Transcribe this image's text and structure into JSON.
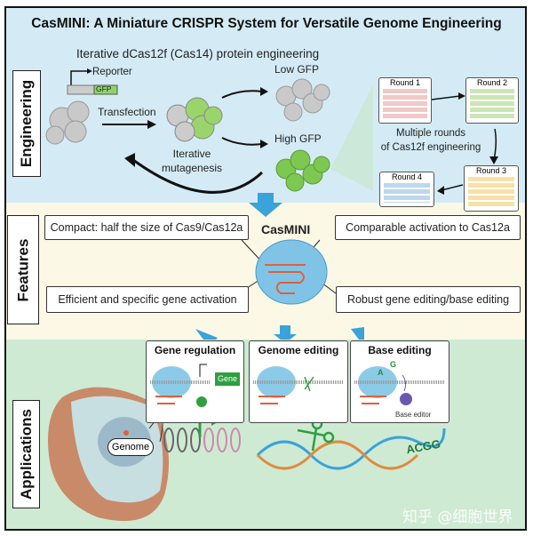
{
  "title": "CasMINI: A Miniature CRISPR System for Versatile Genome Engineering",
  "engineering": {
    "label": "Engineering",
    "subtitle": "Iterative dCas12f (Cas14) protein engineering",
    "reporter": "Reporter",
    "gfp": "GFP",
    "transfection": "Transfection",
    "low_gfp": "Low GFP",
    "high_gfp": "High GFP",
    "iterative_line1": "Iterative",
    "iterative_line2": "mutagenesis",
    "rounds": [
      "Round 1",
      "Round 2",
      "Round 3",
      "Round 4"
    ],
    "rounds_caption_line1": "Multiple rounds",
    "rounds_caption_line2": "of Cas12f engineering"
  },
  "features": {
    "label": "Features",
    "center": "CasMINI",
    "items": [
      "Compact: half the size of Cas9/Cas12a",
      "Comparable activation to Cas12a",
      "Efficient and specific gene activation",
      "Robust gene editing/base editing"
    ]
  },
  "applications": {
    "label": "Applications",
    "boxes": [
      "Gene regulation",
      "Genome editing",
      "Base editing"
    ],
    "gene": "Gene",
    "base_a": "A",
    "base_g": "G",
    "base_editor": "Base editor",
    "genome": "Genome",
    "sequence": "ACGG"
  },
  "watermark": "知乎 @细胞世界",
  "colors": {
    "arrow": "#3aa3d9",
    "engineering_bg": "#d4ebf5",
    "features_bg": "#fbf8e6",
    "applications_bg": "#cfead3",
    "rna": "#e0603a",
    "gfp_green": "#6cc04a"
  }
}
